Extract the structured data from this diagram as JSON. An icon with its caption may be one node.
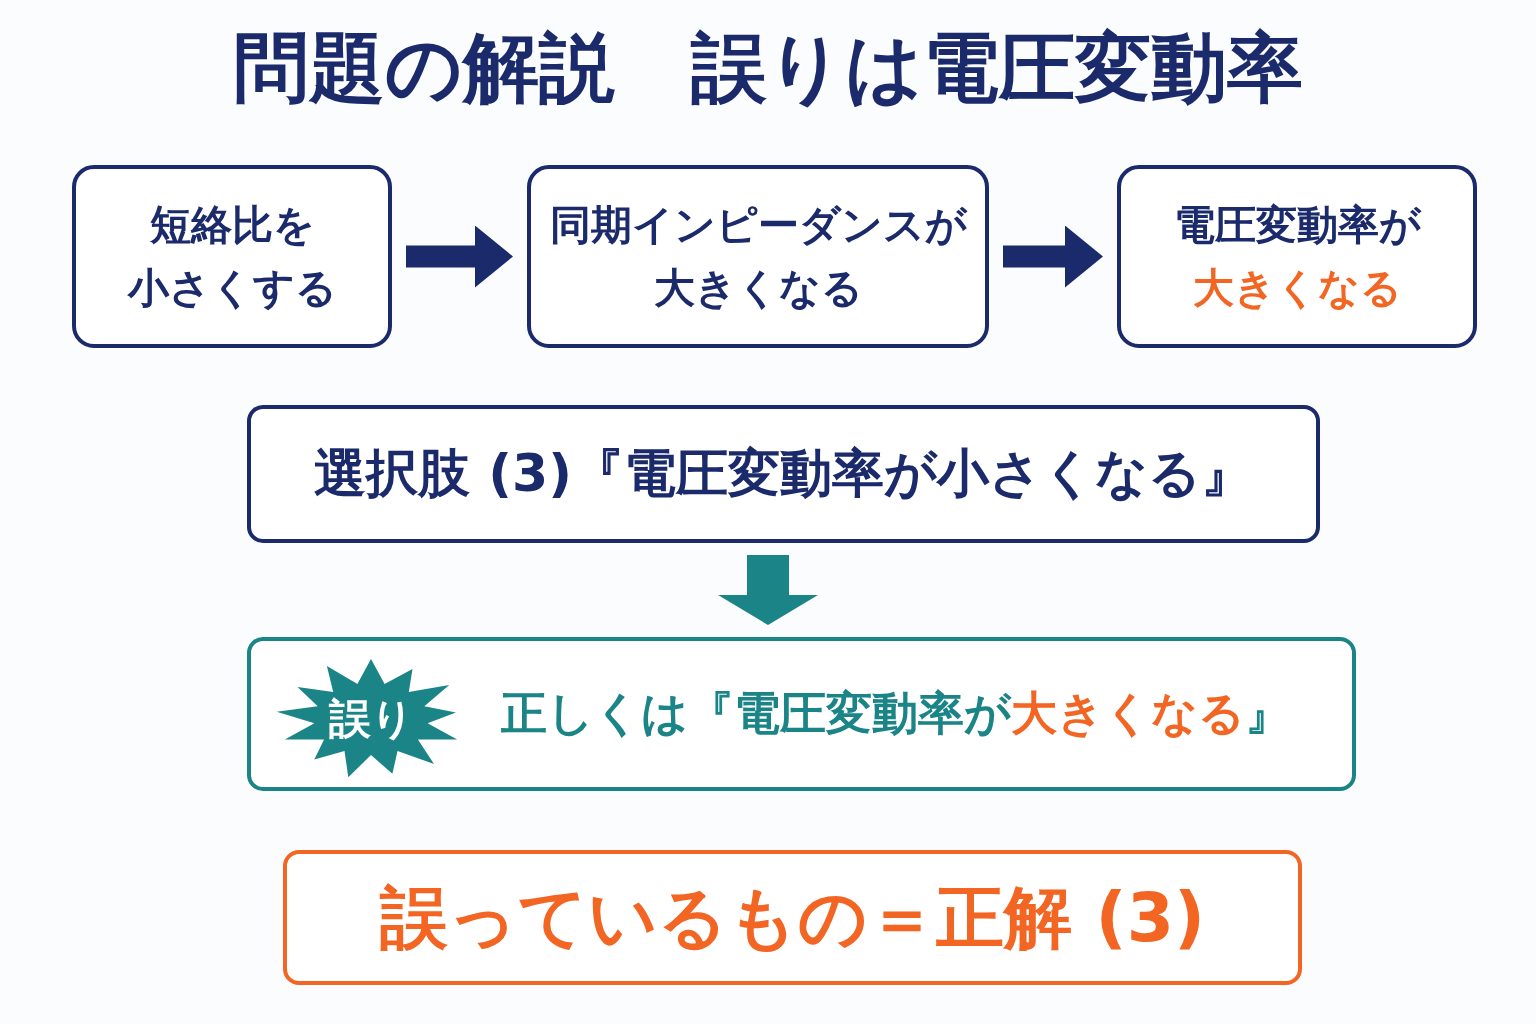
{
  "diagram": {
    "title": "問題の解説　誤りは電圧変動率",
    "nodes": [
      {
        "text": [
          "短絡比を小さくする"
        ]
      },
      {
        "text": [
          "同期インピーダンスが大きくなる"
        ]
      },
      {
        "text": [
          "電圧変動率が**大きくなる**"
        ]
      },
      {
        "text": [
          "選択肢 (3)『電圧変動率が小さくなる』"
        ]
      },
      {
        "text": [
          "正しくは『電圧変動率が**大きくなる**』"
        ]
      },
      {
        "text": [
          "誤り"
        ],
        "in": 4
      },
      {
        "text": [
          "誤っているもの＝正解 (3)"
        ]
      }
    ],
    "edges": [
      {
        "from": 0,
        "to": 1,
        "arrow": "to"
      },
      {
        "from": 1,
        "to": 2,
        "arrow": "to"
      },
      {
        "from": 3,
        "to": 4,
        "arrow": "to",
        "color": "#1a8487"
      }
    ]
  }
}
